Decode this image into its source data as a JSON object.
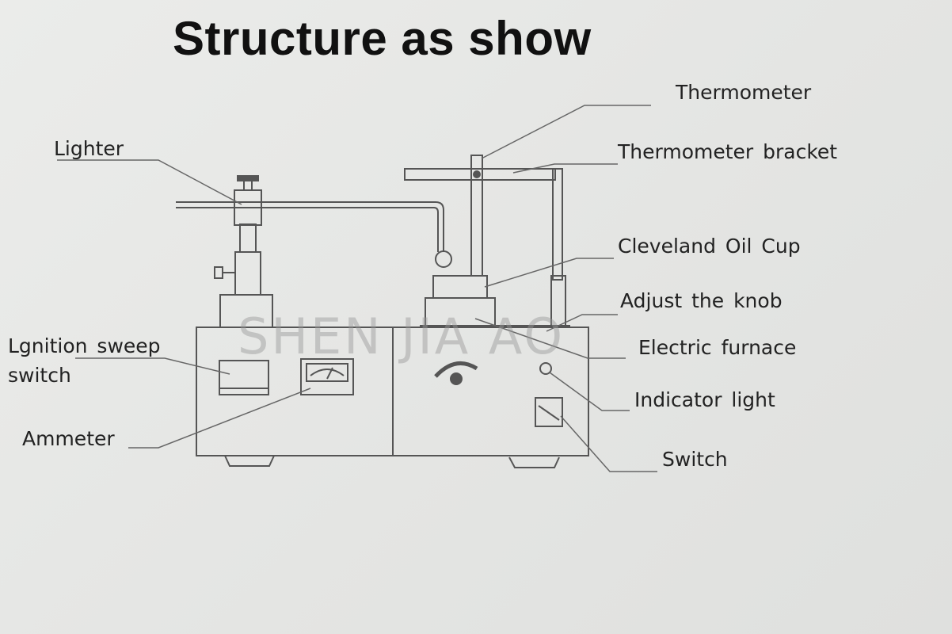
{
  "title": "Structure as show",
  "watermark": "SHEN JIA AO",
  "labels": {
    "thermometer": "Thermometer",
    "lighter": "Lighter",
    "thermometer_bracket": "Thermometer bracket",
    "cleveland_oil_cup": "Cleveland Oil Cup",
    "adjust_knob": "Adjust the knob",
    "ignition_switch_line1": "Lgnition sweep",
    "ignition_switch_line2": "switch",
    "electric_furnace": "Electric furnace",
    "indicator_light": "Indicator light",
    "ammeter": "Ammeter",
    "switch": "Switch"
  },
  "colors": {
    "background": "#e6e7e5",
    "text": "#222222",
    "line": "#555555"
  }
}
